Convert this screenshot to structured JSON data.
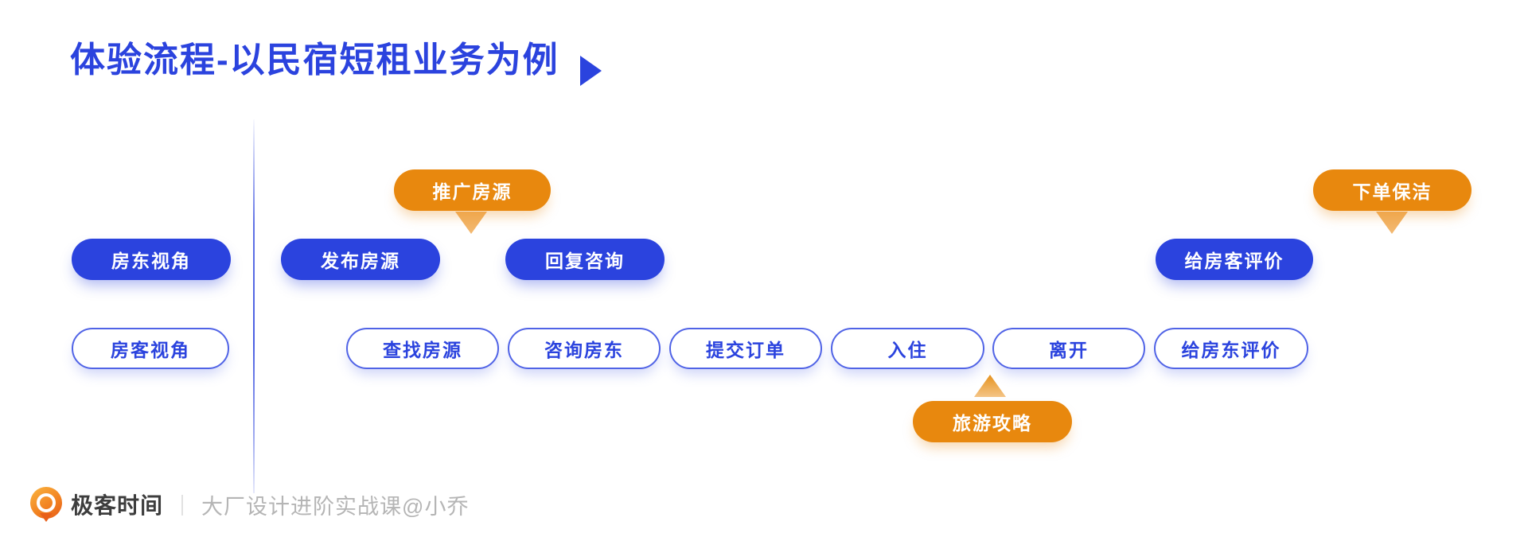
{
  "header": {
    "title": "体验流程-以民宿短租业务为例"
  },
  "lanes": {
    "host": {
      "label": "房东视角"
    },
    "guest": {
      "label": "房客视角"
    }
  },
  "host_steps": [
    {
      "label": "发布房源"
    },
    {
      "label": "回复咨询"
    },
    {
      "label": "给房客评价"
    }
  ],
  "guest_steps": [
    {
      "label": "查找房源"
    },
    {
      "label": "咨询房东"
    },
    {
      "label": "提交订单"
    },
    {
      "label": "入住"
    },
    {
      "label": "离开"
    },
    {
      "label": "给房东评价"
    }
  ],
  "callouts": [
    {
      "label": "推广房源",
      "pointer": "down"
    },
    {
      "label": "下单保洁",
      "pointer": "down"
    },
    {
      "label": "旅游攻略",
      "pointer": "up"
    }
  ],
  "footer": {
    "brand": "极客时间",
    "separator": "｜",
    "course": "大厂设计进阶实战课@小乔"
  },
  "colors": {
    "primary_blue": "#2B43DE",
    "outline_blue": "#5063E6",
    "accent_orange": "#E8880E",
    "pointer_orange_light": "#F3BA74",
    "footer_brand_gray": "#3D3D3D",
    "footer_text_gray": "#B5B5B5"
  }
}
